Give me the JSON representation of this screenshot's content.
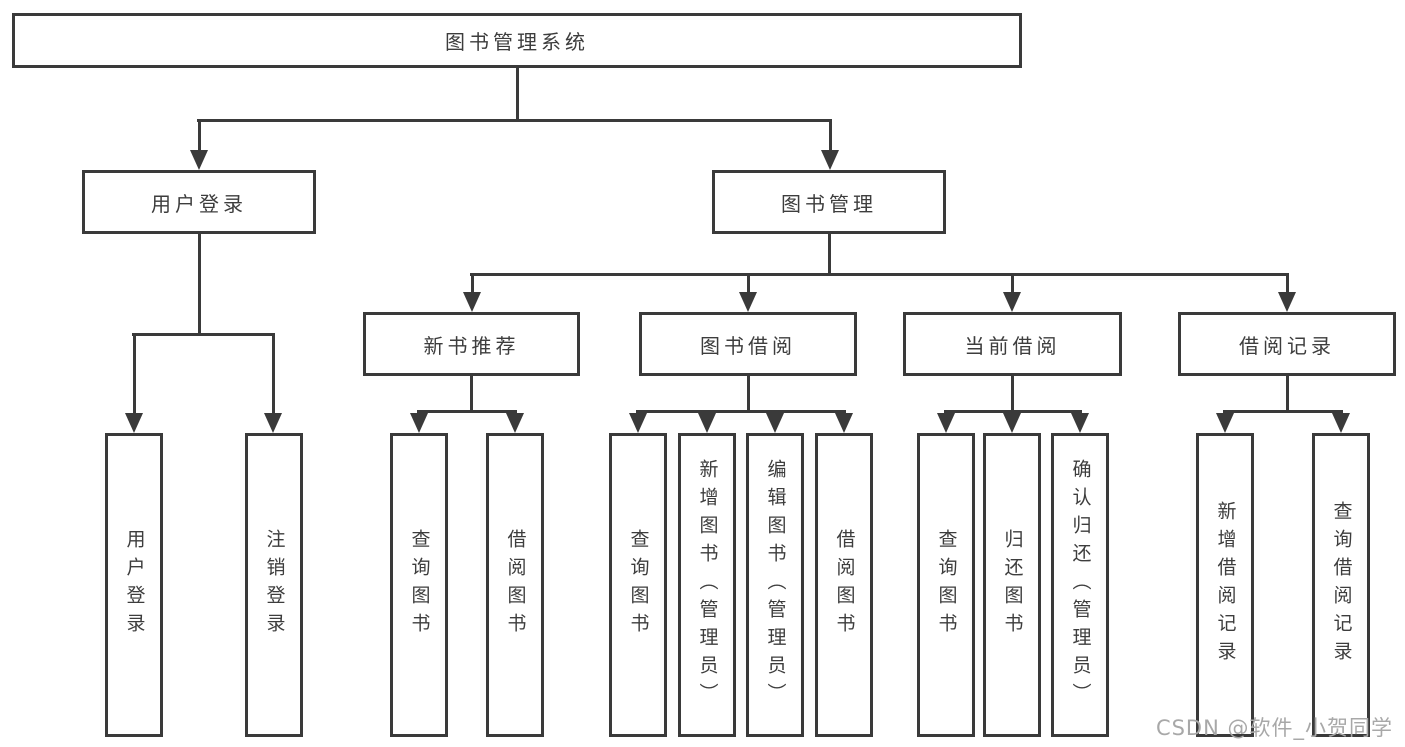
{
  "colors": {
    "line": "#3a3a3a",
    "text": "#3d3d3d",
    "watermark": "#a8a8a8",
    "background": "#ffffff"
  },
  "diagram": {
    "root": {
      "label": "图书管理系统"
    },
    "level2": {
      "user": {
        "label": "用户登录"
      },
      "books": {
        "label": "图书管理"
      }
    },
    "level3": {
      "recommend": {
        "label": "新书推荐"
      },
      "borrow": {
        "label": "图书借阅"
      },
      "current": {
        "label": "当前借阅"
      },
      "records": {
        "label": "借阅记录"
      }
    },
    "leaves": {
      "user": [
        "用户登录",
        "注销登录"
      ],
      "recommend": [
        "查询图书",
        "借阅图书"
      ],
      "borrow": [
        "查询图书",
        "新增图书（管理员）",
        "编辑图书（管理员）",
        "借阅图书"
      ],
      "current": [
        "查询图书",
        "归还图书",
        "确认归还（管理员）"
      ],
      "records": [
        "新增借阅记录",
        "查询借阅记录"
      ]
    }
  },
  "watermark": {
    "text": "CSDN @软件_小贺同学"
  }
}
